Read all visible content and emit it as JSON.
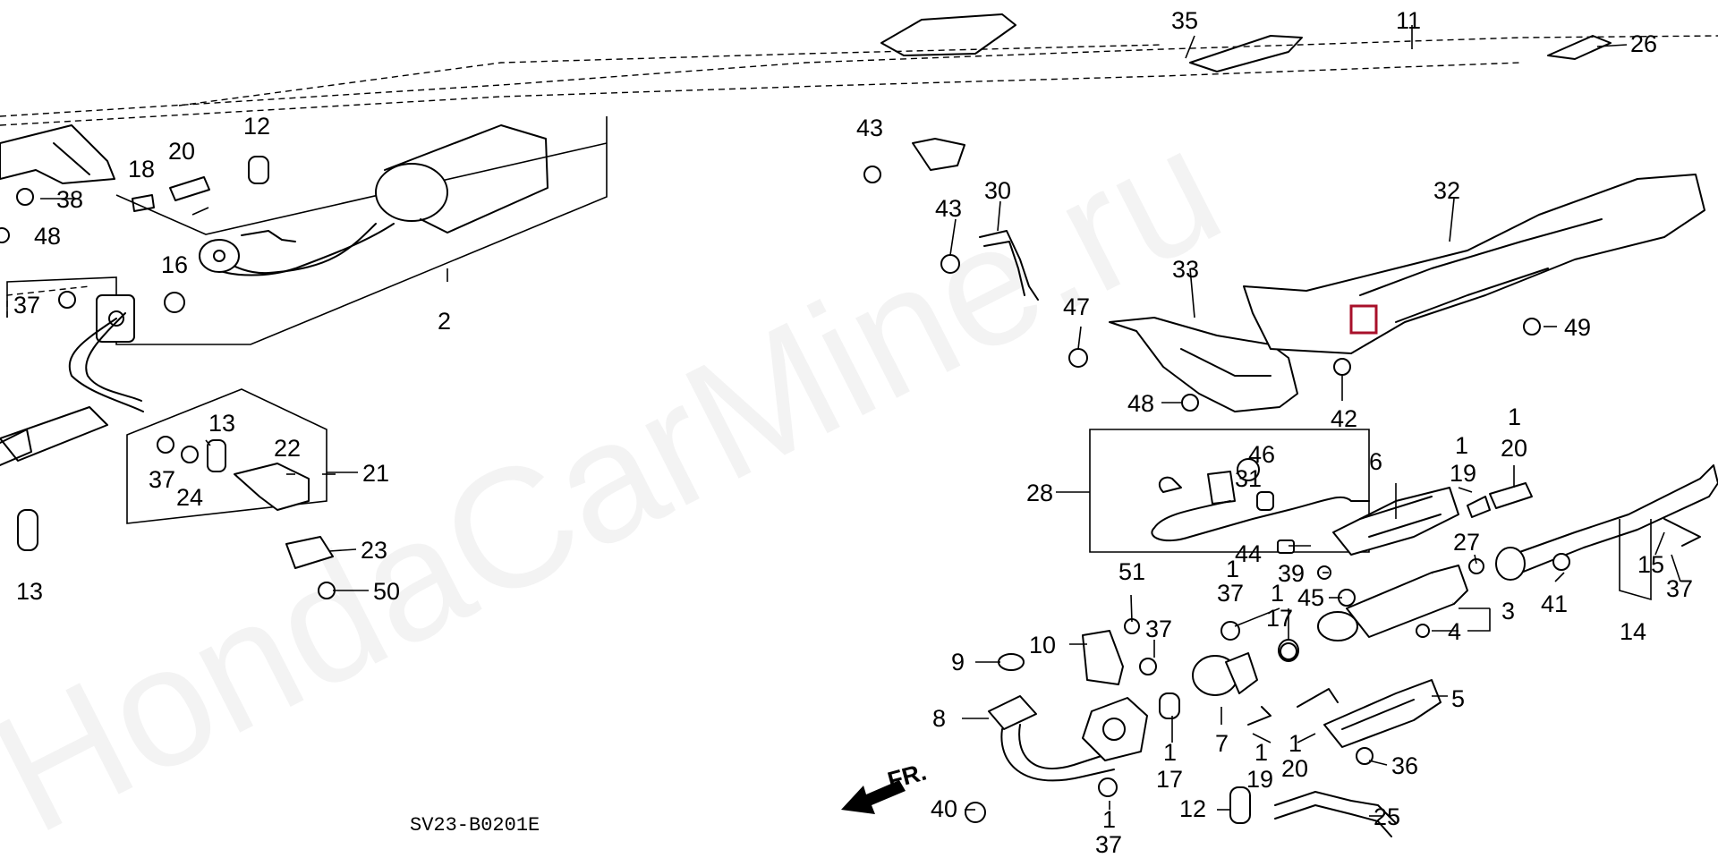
{
  "diagram": {
    "code": "SV23-B0201E",
    "direction_label": "FR.",
    "watermark": "HondaCarMine.ru",
    "callouts": [
      {
        "id": "35",
        "text": "35"
      },
      {
        "id": "11",
        "text": "11"
      },
      {
        "id": "26",
        "text": "26"
      },
      {
        "id": "43a",
        "text": "43"
      },
      {
        "id": "43b",
        "text": "43"
      },
      {
        "id": "30",
        "text": "30"
      },
      {
        "id": "32",
        "text": "32"
      },
      {
        "id": "33",
        "text": "33"
      },
      {
        "id": "47",
        "text": "47"
      },
      {
        "id": "49",
        "text": "49"
      },
      {
        "id": "48a",
        "text": "48"
      },
      {
        "id": "42",
        "text": "42"
      },
      {
        "id": "18",
        "text": "18"
      },
      {
        "id": "20a",
        "text": "20"
      },
      {
        "id": "12a",
        "text": "12"
      },
      {
        "id": "38",
        "text": "38"
      },
      {
        "id": "48b",
        "text": "48"
      },
      {
        "id": "16",
        "text": "16"
      },
      {
        "id": "2",
        "text": "2"
      },
      {
        "id": "37a",
        "text": "37"
      },
      {
        "id": "13a",
        "text": "13"
      },
      {
        "id": "37b",
        "text": "37"
      },
      {
        "id": "24",
        "text": "24"
      },
      {
        "id": "22",
        "text": "22"
      },
      {
        "id": "21",
        "text": "21"
      },
      {
        "id": "13b",
        "text": "13"
      },
      {
        "id": "23",
        "text": "23"
      },
      {
        "id": "50",
        "text": "50"
      },
      {
        "id": "46",
        "text": "46"
      },
      {
        "id": "31",
        "text": "31"
      },
      {
        "id": "6",
        "text": "6"
      },
      {
        "id": "28",
        "text": "28"
      },
      {
        "id": "1a",
        "text": "1"
      },
      {
        "id": "20b",
        "text": "20"
      },
      {
        "id": "1b",
        "text": "1"
      },
      {
        "id": "19a",
        "text": "19"
      },
      {
        "id": "27",
        "text": "27"
      },
      {
        "id": "44",
        "text": "44"
      },
      {
        "id": "39",
        "text": "39"
      },
      {
        "id": "45",
        "text": "45"
      },
      {
        "id": "1c",
        "text": "1"
      },
      {
        "id": "37c",
        "text": "37"
      },
      {
        "id": "1d",
        "text": "1"
      },
      {
        "id": "17a",
        "text": "17"
      },
      {
        "id": "3",
        "text": "3"
      },
      {
        "id": "4",
        "text": "4"
      },
      {
        "id": "41",
        "text": "41"
      },
      {
        "id": "15",
        "text": "15"
      },
      {
        "id": "37d",
        "text": "37"
      },
      {
        "id": "14",
        "text": "14"
      },
      {
        "id": "51",
        "text": "51"
      },
      {
        "id": "37e",
        "text": "37"
      },
      {
        "id": "10",
        "text": "10"
      },
      {
        "id": "9",
        "text": "9"
      },
      {
        "id": "8",
        "text": "8"
      },
      {
        "id": "5",
        "text": "5"
      },
      {
        "id": "7",
        "text": "7"
      },
      {
        "id": "1e",
        "text": "1"
      },
      {
        "id": "17b",
        "text": "17"
      },
      {
        "id": "1f",
        "text": "1"
      },
      {
        "id": "19b",
        "text": "19"
      },
      {
        "id": "1g",
        "text": "1"
      },
      {
        "id": "20c",
        "text": "20"
      },
      {
        "id": "36",
        "text": "36"
      },
      {
        "id": "40",
        "text": "40"
      },
      {
        "id": "12b",
        "text": "12"
      },
      {
        "id": "25",
        "text": "25"
      },
      {
        "id": "1h",
        "text": "1"
      },
      {
        "id": "37f",
        "text": "37"
      }
    ]
  }
}
